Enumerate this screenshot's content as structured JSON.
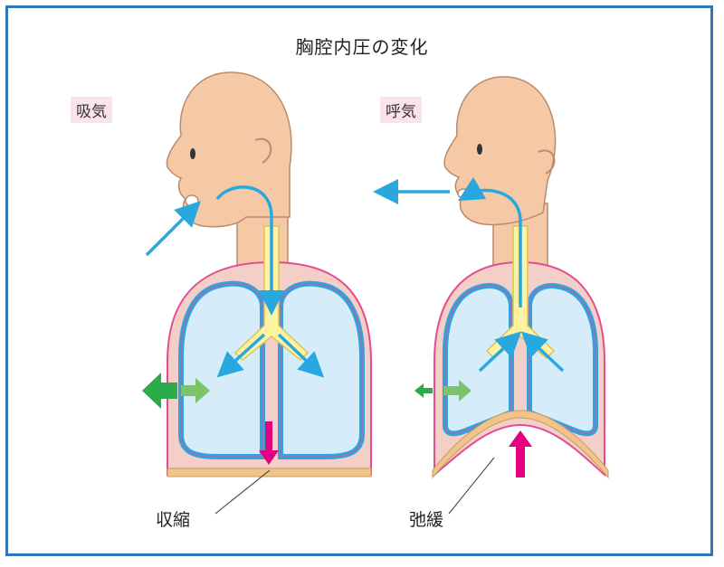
{
  "title": "胸腔内圧の変化",
  "panels": {
    "inhale": {
      "tag": "吸気",
      "diaphragm_label": "収縮"
    },
    "exhale": {
      "tag": "呼気",
      "diaphragm_label": "弛緩"
    }
  },
  "colors": {
    "frame": "#2f77b8",
    "skin": "#f6c9a6",
    "chest": "#f4cfc7",
    "pleura_outer": "#e24e8d",
    "lung_fill": "#d6ecf8",
    "lung_outline": "#8a78b8",
    "airflow": "#29a8e0",
    "trachea": "#fff2a0",
    "pressure_arrow_green": "#2bab4a",
    "pressure_arrow_light_green": "#7cc36b",
    "diaphragm_arrow": "#e4007f",
    "diaphragm": "#f2c38a"
  },
  "icons": [
    "airflow-arrow-icon",
    "pressure-arrow-icon",
    "diaphragm-arrow-icon"
  ]
}
